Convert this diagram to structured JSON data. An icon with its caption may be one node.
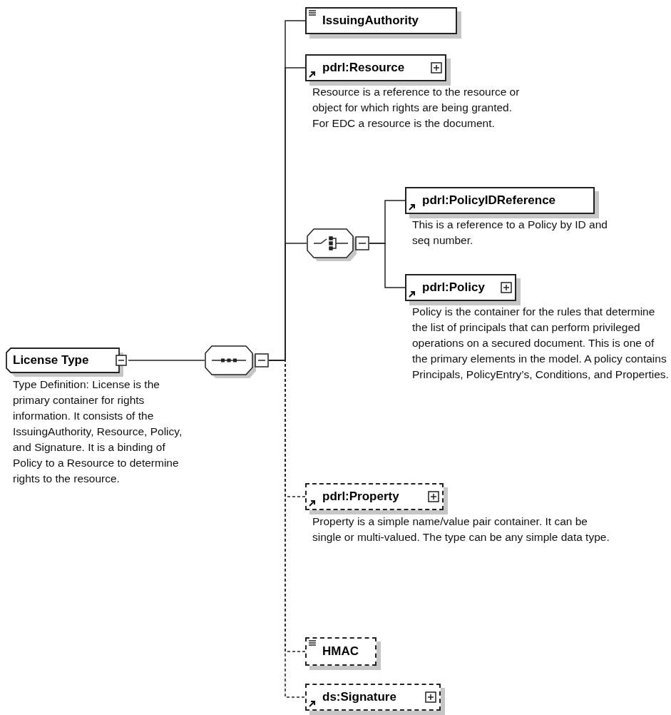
{
  "diagram": {
    "nodes": [
      {
        "text": [
          "License Type"
        ],
        "beside": [
          "Type Definition: License is the primary container for rights information. It consists of the IssuingAuthority, Resource, Policy, and Signature. It is a binding of Policy to a Resource to determine rights to the resource."
        ]
      },
      {
        "text": [],
        "shape": "octagon"
      },
      {
        "text": [
          "IssuingAuthority"
        ]
      },
      {
        "text": [
          "pdrl:Resource"
        ],
        "beside": [
          "Resource is a reference to the resource or object for which rights are being granted. For EDC a resource is the document."
        ]
      },
      {
        "text": [],
        "shape": "octagon"
      },
      {
        "text": [
          "pdrl:PolicyIDReference"
        ],
        "beside": [
          "This is a reference to a Policy by ID and seq number."
        ]
      },
      {
        "text": [
          "pdrl:Policy"
        ],
        "beside": [
          "Policy is the container for the rules that determine the list of principals that can perform privileged operations on a secured document. This is one of the primary elements in the model. A policy contains Principals, PolicyEntry’s, Conditions, and Properties."
        ]
      },
      {
        "text": [
          "pdrl:Property"
        ],
        "beside": [
          "Property is a simple name/value pair container. It can be single or multi-valued. The type can be any simple data type."
        ]
      },
      {
        "text": [
          "HMAC"
        ]
      },
      {
        "text": [
          "ds:Signature"
        ]
      }
    ],
    "edges": [
      {
        "from": 0,
        "to": 1,
        "arrow": "none"
      },
      {
        "from": 1,
        "to": 2,
        "arrow": "none"
      },
      {
        "from": 1,
        "to": 3,
        "arrow": "none"
      },
      {
        "from": 1,
        "to": 4,
        "arrow": "none"
      },
      {
        "from": 4,
        "to": 5,
        "arrow": "none"
      },
      {
        "from": 4,
        "to": 6,
        "arrow": "none"
      },
      {
        "from": 1,
        "to": 7,
        "arrow": "none",
        "style": "dashed"
      },
      {
        "from": 1,
        "to": 8,
        "arrow": "none",
        "style": "dashed"
      },
      {
        "from": 1,
        "to": 9,
        "arrow": "none",
        "style": "dashed"
      }
    ]
  }
}
